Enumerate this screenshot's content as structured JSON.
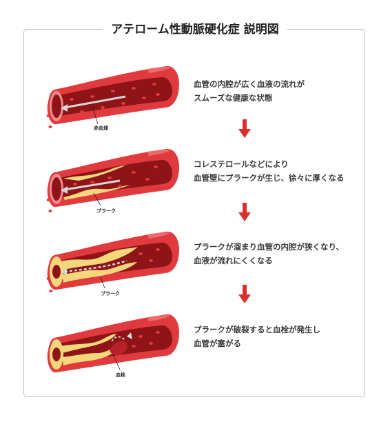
{
  "title": "アテローム性動脈硬化症 説明図",
  "colors": {
    "vessel_outer": "#e03a3e",
    "vessel_highlight": "#ec6a6d",
    "lumen": "#8e1418",
    "plaque": "#f3d77a",
    "plaque_dark": "#e7b94a",
    "cell": "#e0393e",
    "arrow": "#d8302e",
    "flow": "#d9d6d6"
  },
  "steps": [
    {
      "lines": [
        "血管の内腔が広く血液の流れが",
        "スムーズな健康な状態"
      ],
      "label": "赤血球"
    },
    {
      "lines": [
        "コレステロールなどにより",
        "血管壁にプラークが生じ、徐々に厚くなる"
      ],
      "label": "プラーク"
    },
    {
      "lines": [
        "プラークが溜まり血管の内腔が狭くなり、",
        "血液が流れにくくなる"
      ],
      "label": "プラーク"
    },
    {
      "lines": [
        "プラークが破裂すると血栓が発生し",
        "血管が塞がる"
      ],
      "label": "血栓"
    }
  ]
}
